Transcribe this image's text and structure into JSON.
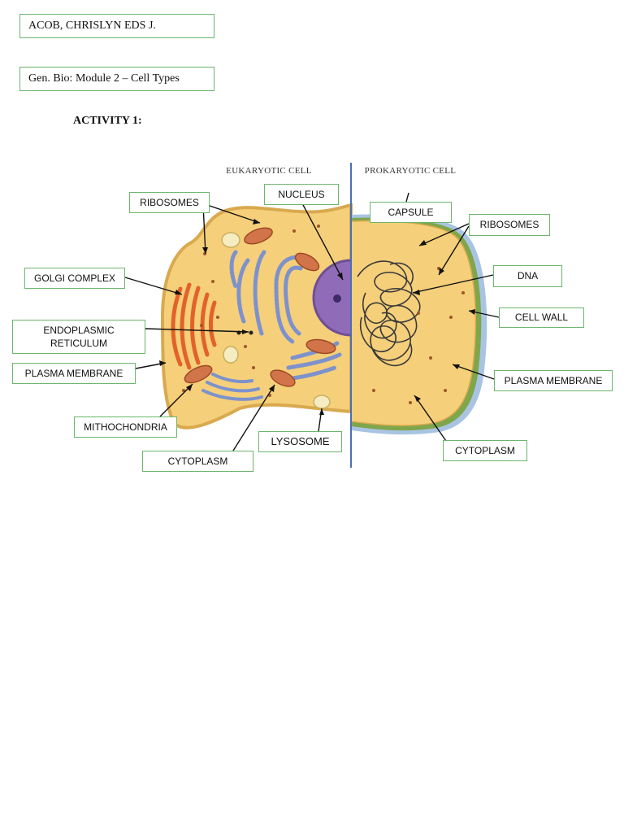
{
  "header": {
    "name": "ACOB, CHRISLYN EDS J.",
    "module": "Gen. Bio: Module 2 – Cell Types",
    "activity": "ACTIVITY 1:"
  },
  "diagram": {
    "eukaryotic_title": "EUKARYOTIC CELL",
    "prokaryotic_title": "PROKARYOTIC CELL",
    "labels": {
      "ribosomes_euk": "RIBOSOMES",
      "nucleus": "NUCLEUS",
      "golgi": "GOLGI COMPLEX",
      "er": "ENDOPLASMIC RETICULUM",
      "plasma_membrane_euk": "PLASMA MEMBRANE",
      "mitochondria": "MITHOCHONDRIA",
      "cytoplasm_euk": "CYTOPLASM",
      "lysosome": "LYSOSOME",
      "capsule": "CAPSULE",
      "ribosomes_pro": "RIBOSOMES",
      "dna": "DNA",
      "cell_wall": "CELL WALL",
      "plasma_membrane_pro": "PLASMA MEMBRANE",
      "cytoplasm_pro": "CYTOPLASM"
    }
  },
  "colors": {
    "cytoplasm": "#f5cf7a",
    "membrane": "#d9a94e",
    "nucleus": "#8f6bb8",
    "golgi": "#e2622a",
    "er": "#7d92cc",
    "mitochondria": "#d2744a",
    "cell_wall": "#7fa64b",
    "capsule": "#a9c4e2",
    "label_border": "#6db56d",
    "divider": "#4a6fb5"
  }
}
